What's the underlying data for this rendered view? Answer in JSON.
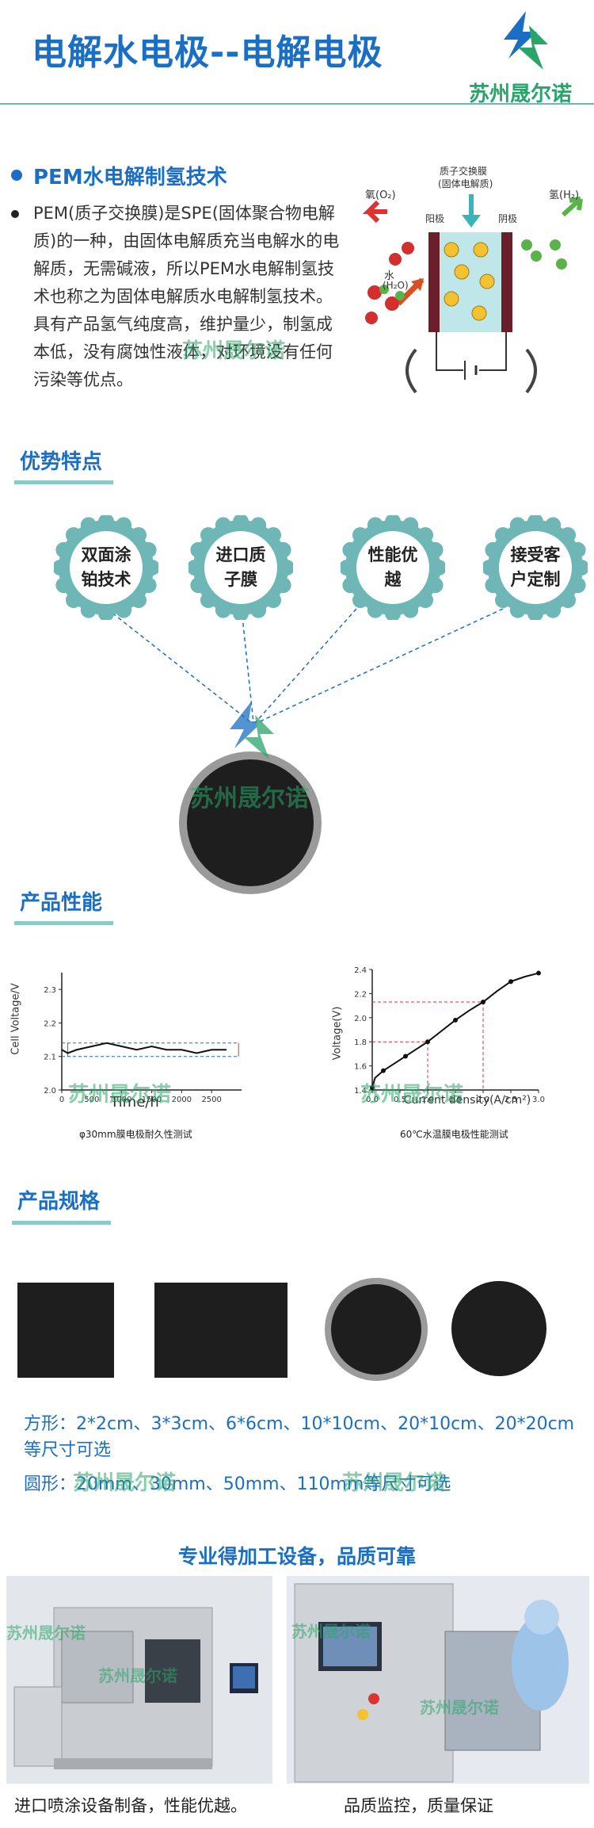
{
  "header": {
    "title": "电解水电极--电解电极",
    "brand": "苏州晟尔诺"
  },
  "pem": {
    "heading": "PEM水电解制氢技术",
    "text": "PEM(质子交换膜)是SPE(固体聚合物电解质)的一种，由固体电解质充当电解水的电解质，无需碱液，所以PEM水电解制氢技术也称之为固体电解质水电解制氢技术。具有产品氢气纯度高，维护量少，制氢成本低，没有腐蚀性液体，对环境没有任何污染等优点。",
    "diagram": {
      "membrane": "质子交换膜",
      "membrane_sub": "(固体电解质)",
      "anode": "阳极",
      "cathode": "阴极",
      "oxygen": "氧(O₂)",
      "hydrogen": "氢(H₂)",
      "water": "水",
      "water_formula": "(H₂O)"
    }
  },
  "advantages": {
    "heading": "优势特点",
    "items": [
      "双面涂\n铂技术",
      "进口质\n子膜",
      "性能优\n越",
      "接受客\n户定制"
    ]
  },
  "performance": {
    "heading": "产品性能",
    "caption_left": "φ30mm膜电极耐久性测试",
    "caption_right": "60℃水温膜电极性能测试"
  },
  "chart_data": [
    {
      "type": "line",
      "xlabel": "Time/h",
      "ylabel": "Cell Voltage/V",
      "xlim": [
        0,
        3000
      ],
      "ylim": [
        2.0,
        2.35
      ],
      "x_ticks": [
        0,
        500,
        1000,
        1500,
        2000,
        2500
      ],
      "y_ticks": [
        2.0,
        2.1,
        2.2,
        2.3
      ],
      "series": [
        {
          "x": [
            0,
            100,
            250,
            500,
            750,
            1000,
            1250,
            1500,
            1750,
            2000,
            2250,
            2500,
            2750
          ],
          "y": [
            2.12,
            2.11,
            2.12,
            2.13,
            2.14,
            2.13,
            2.12,
            2.13,
            2.12,
            2.12,
            2.11,
            2.12,
            2.12
          ]
        }
      ]
    },
    {
      "type": "line",
      "xlabel": "Current density(A/cm²)",
      "ylabel": "Voltage(V)",
      "xlim": [
        0,
        3.0
      ],
      "ylim": [
        1.4,
        2.4
      ],
      "x_ticks": [
        0.0,
        0.5,
        1.0,
        1.5,
        2.0,
        2.5,
        3.0
      ],
      "y_ticks": [
        1.4,
        1.6,
        1.8,
        2.0,
        2.2,
        2.4
      ],
      "series": [
        {
          "x": [
            0.0,
            0.05,
            0.2,
            0.4,
            0.6,
            0.8,
            1.0,
            1.25,
            1.5,
            1.75,
            2.0,
            2.25,
            2.5,
            2.75,
            3.0
          ],
          "y": [
            1.42,
            1.5,
            1.56,
            1.62,
            1.68,
            1.74,
            1.8,
            1.89,
            1.98,
            2.06,
            2.13,
            2.22,
            2.3,
            2.34,
            2.37
          ]
        }
      ]
    }
  ],
  "specs": {
    "heading": "产品规格",
    "square": "方形：2*2cm、3*3cm、6*6cm、10*10cm、20*10cm、20*20cm等尺寸可选",
    "round": "圆形：20mm、30mm、50mm、110mm等尺寸可选"
  },
  "equipment": {
    "heading": "专业得加工设备，品质可靠",
    "caption_left": "进口喷涂设备制备，性能优越。",
    "caption_right": "品质监控，质量保证"
  },
  "colors": {
    "primary": "#1a6fc4",
    "accent": "#6fb7b7",
    "brand_green": "#2aa56a"
  }
}
